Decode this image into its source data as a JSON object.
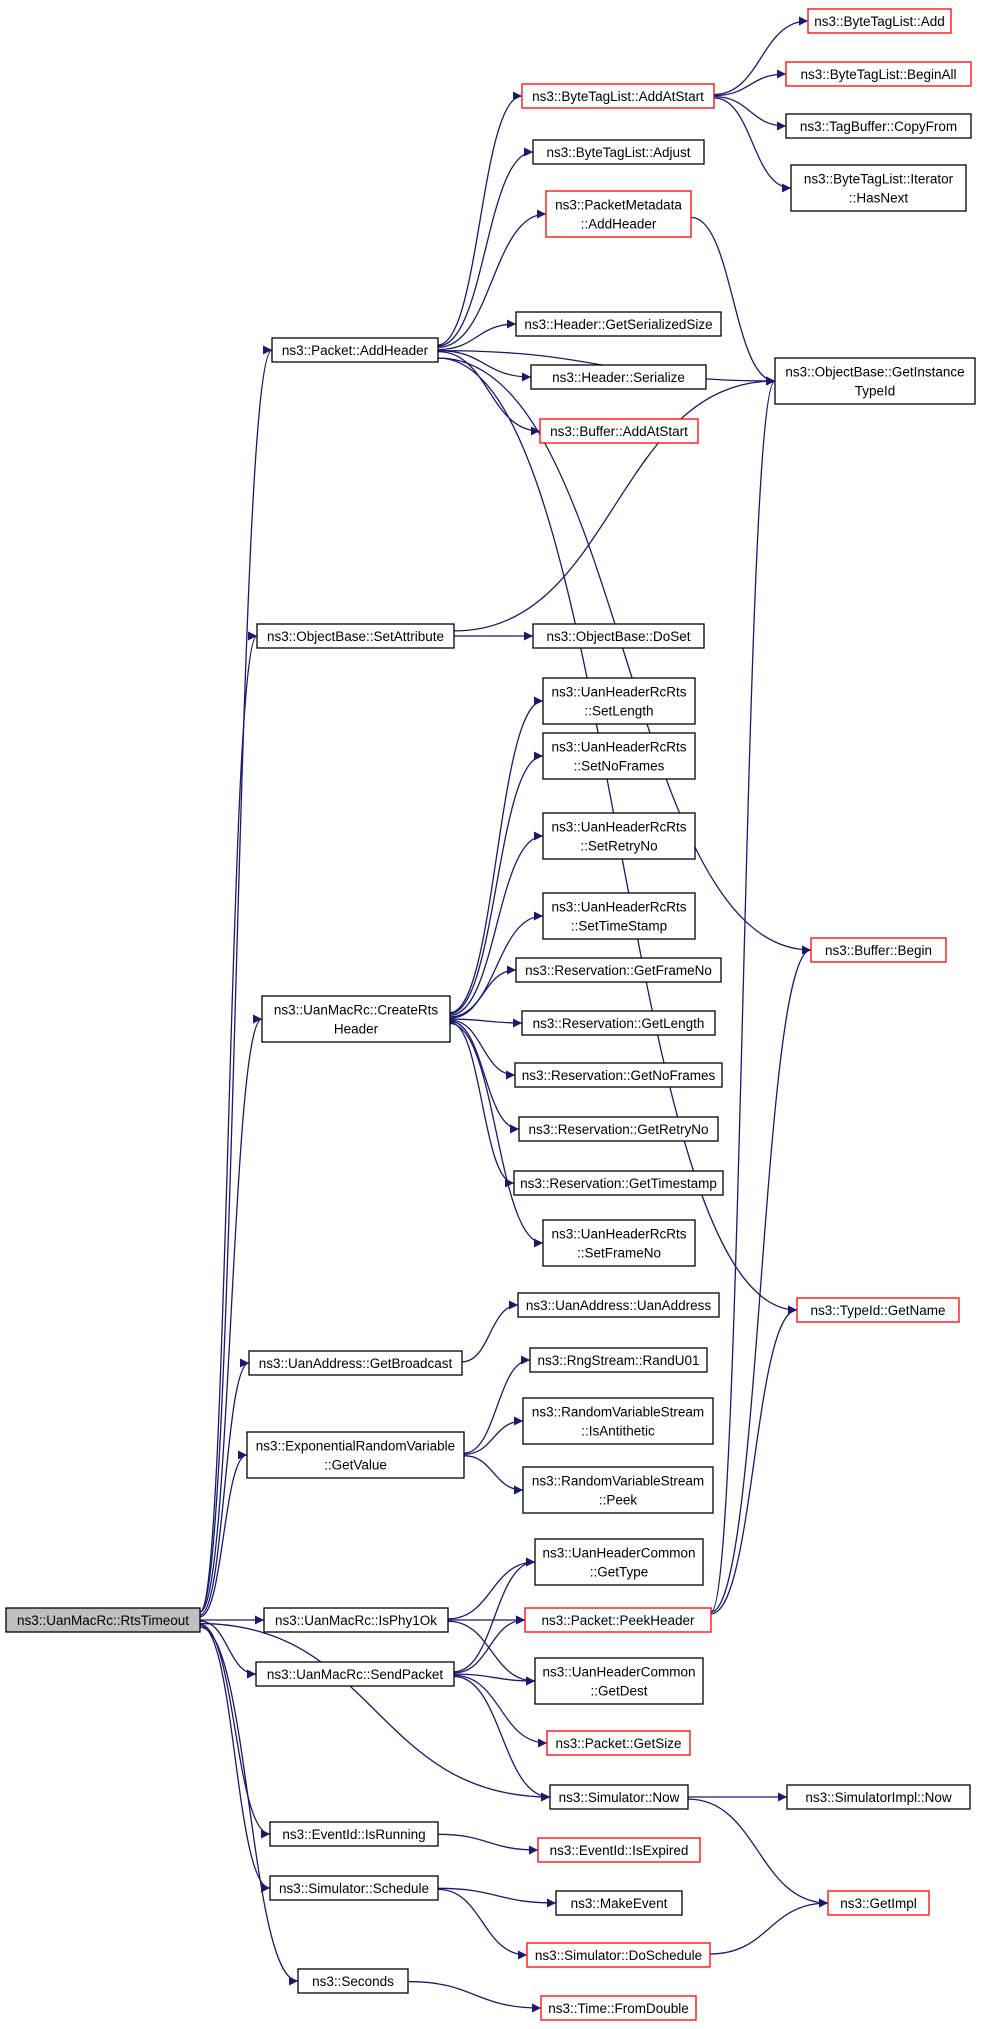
{
  "colors": {
    "edge": "#191970",
    "border_normal": "#000000",
    "border_truncated": "#ff0000",
    "root_fill": "#bfbfbf",
    "node_fill": "#ffffff"
  },
  "nodes": [
    {
      "id": "root",
      "lines": [
        "ns3::UanMacRc::RtsTimeout"
      ],
      "kind": "root"
    },
    {
      "id": "packet_addheader",
      "lines": [
        "ns3::Packet::AddHeader"
      ],
      "kind": "normal"
    },
    {
      "id": "objbase_setattr",
      "lines": [
        "ns3::ObjectBase::SetAttribute"
      ],
      "kind": "normal"
    },
    {
      "id": "uanmacrc_creaters",
      "lines": [
        "ns3::UanMacRc::CreateRts",
        "Header"
      ],
      "kind": "normal"
    },
    {
      "id": "uanaddr_getbroadcast",
      "lines": [
        "ns3::UanAddress::GetBroadcast"
      ],
      "kind": "normal"
    },
    {
      "id": "exprv_getvalue",
      "lines": [
        "ns3::ExponentialRandomVariable",
        "::GetValue"
      ],
      "kind": "normal"
    },
    {
      "id": "uanmacrc_isphy1ok",
      "lines": [
        "ns3::UanMacRc::IsPhy1Ok"
      ],
      "kind": "normal"
    },
    {
      "id": "uanmacrc_sendpacket",
      "lines": [
        "ns3::UanMacRc::SendPacket"
      ],
      "kind": "normal"
    },
    {
      "id": "eventid_isrunning",
      "lines": [
        "ns3::EventId::IsRunning"
      ],
      "kind": "normal"
    },
    {
      "id": "sim_schedule",
      "lines": [
        "ns3::Simulator::Schedule"
      ],
      "kind": "normal"
    },
    {
      "id": "seconds",
      "lines": [
        "ns3::Seconds"
      ],
      "kind": "normal"
    },
    {
      "id": "btl_addatstart",
      "lines": [
        "ns3::ByteTagList::AddAtStart"
      ],
      "kind": "truncated"
    },
    {
      "id": "btl_adjust",
      "lines": [
        "ns3::ByteTagList::Adjust"
      ],
      "kind": "normal"
    },
    {
      "id": "pmd_addheader",
      "lines": [
        "ns3::PacketMetadata",
        "::AddHeader"
      ],
      "kind": "truncated"
    },
    {
      "id": "header_getsersize",
      "lines": [
        "ns3::Header::GetSerializedSize"
      ],
      "kind": "normal"
    },
    {
      "id": "header_serialize",
      "lines": [
        "ns3::Header::Serialize"
      ],
      "kind": "normal"
    },
    {
      "id": "buffer_addatstart",
      "lines": [
        "ns3::Buffer::AddAtStart"
      ],
      "kind": "truncated"
    },
    {
      "id": "objbase_doset",
      "lines": [
        "ns3::ObjectBase::DoSet"
      ],
      "kind": "normal"
    },
    {
      "id": "h_setlength",
      "lines": [
        "ns3::UanHeaderRcRts",
        "::SetLength"
      ],
      "kind": "normal"
    },
    {
      "id": "h_setnoframes",
      "lines": [
        "ns3::UanHeaderRcRts",
        "::SetNoFrames"
      ],
      "kind": "normal"
    },
    {
      "id": "h_setretryno",
      "lines": [
        "ns3::UanHeaderRcRts",
        "::SetRetryNo"
      ],
      "kind": "normal"
    },
    {
      "id": "h_settimestamp",
      "lines": [
        "ns3::UanHeaderRcRts",
        "::SetTimeStamp"
      ],
      "kind": "normal"
    },
    {
      "id": "res_getframeno",
      "lines": [
        "ns3::Reservation::GetFrameNo"
      ],
      "kind": "normal"
    },
    {
      "id": "res_getlength",
      "lines": [
        "ns3::Reservation::GetLength"
      ],
      "kind": "normal"
    },
    {
      "id": "res_getnoframes",
      "lines": [
        "ns3::Reservation::GetNoFrames"
      ],
      "kind": "normal"
    },
    {
      "id": "res_getretryno",
      "lines": [
        "ns3::Reservation::GetRetryNo"
      ],
      "kind": "normal"
    },
    {
      "id": "res_gettimestamp",
      "lines": [
        "ns3::Reservation::GetTimestamp"
      ],
      "kind": "normal"
    },
    {
      "id": "h_setframeno",
      "lines": [
        "ns3::UanHeaderRcRts",
        "::SetFrameNo"
      ],
      "kind": "normal"
    },
    {
      "id": "uanaddr_uanaddr",
      "lines": [
        "ns3::UanAddress::UanAddress"
      ],
      "kind": "normal"
    },
    {
      "id": "rng_randu01",
      "lines": [
        "ns3::RngStream::RandU01"
      ],
      "kind": "normal"
    },
    {
      "id": "rvs_isantithetic",
      "lines": [
        "ns3::RandomVariableStream",
        "::IsAntithetic"
      ],
      "kind": "normal"
    },
    {
      "id": "rvs_peek",
      "lines": [
        "ns3::RandomVariableStream",
        "::Peek"
      ],
      "kind": "normal"
    },
    {
      "id": "uhc_gettype",
      "lines": [
        "ns3::UanHeaderCommon",
        "::GetType"
      ],
      "kind": "normal"
    },
    {
      "id": "packet_peekheader",
      "lines": [
        "ns3::Packet::PeekHeader"
      ],
      "kind": "truncated"
    },
    {
      "id": "uhc_getdest",
      "lines": [
        "ns3::UanHeaderCommon",
        "::GetDest"
      ],
      "kind": "normal"
    },
    {
      "id": "packet_getsize",
      "lines": [
        "ns3::Packet::GetSize"
      ],
      "kind": "truncated"
    },
    {
      "id": "sim_now",
      "lines": [
        "ns3::Simulator::Now"
      ],
      "kind": "normal"
    },
    {
      "id": "eventid_isexpired",
      "lines": [
        "ns3::EventId::IsExpired"
      ],
      "kind": "truncated"
    },
    {
      "id": "makeevent",
      "lines": [
        "ns3::MakeEvent"
      ],
      "kind": "normal"
    },
    {
      "id": "sim_doschedule",
      "lines": [
        "ns3::Simulator::DoSchedule"
      ],
      "kind": "truncated"
    },
    {
      "id": "time_fromdouble",
      "lines": [
        "ns3::Time::FromDouble"
      ],
      "kind": "truncated"
    },
    {
      "id": "btl_add",
      "lines": [
        "ns3::ByteTagList::Add"
      ],
      "kind": "truncated"
    },
    {
      "id": "btl_beginall",
      "lines": [
        "ns3::ByteTagList::BeginAll"
      ],
      "kind": "truncated"
    },
    {
      "id": "tagbuffer_copyfrom",
      "lines": [
        "ns3::TagBuffer::CopyFrom"
      ],
      "kind": "normal"
    },
    {
      "id": "btl_iter_hasnext",
      "lines": [
        "ns3::ByteTagList::Iterator",
        "::HasNext"
      ],
      "kind": "normal"
    },
    {
      "id": "objbase_getinsttid",
      "lines": [
        "ns3::ObjectBase::GetInstance",
        "TypeId"
      ],
      "kind": "normal"
    },
    {
      "id": "buffer_begin",
      "lines": [
        "ns3::Buffer::Begin"
      ],
      "kind": "truncated"
    },
    {
      "id": "typeid_getname",
      "lines": [
        "ns3::TypeId::GetName"
      ],
      "kind": "truncated"
    },
    {
      "id": "simimpl_now",
      "lines": [
        "ns3::SimulatorImpl::Now"
      ],
      "kind": "normal"
    },
    {
      "id": "getimpl",
      "lines": [
        "ns3::GetImpl"
      ],
      "kind": "truncated"
    }
  ],
  "edges": [
    [
      "root",
      "packet_addheader"
    ],
    [
      "root",
      "objbase_setattr"
    ],
    [
      "root",
      "uanmacrc_creaters"
    ],
    [
      "root",
      "uanaddr_getbroadcast"
    ],
    [
      "root",
      "exprv_getvalue"
    ],
    [
      "root",
      "uanmacrc_isphy1ok"
    ],
    [
      "root",
      "uanmacrc_sendpacket"
    ],
    [
      "root",
      "sim_now"
    ],
    [
      "root",
      "eventid_isrunning"
    ],
    [
      "root",
      "sim_schedule"
    ],
    [
      "root",
      "seconds"
    ],
    [
      "packet_addheader",
      "btl_addatstart"
    ],
    [
      "packet_addheader",
      "btl_adjust"
    ],
    [
      "packet_addheader",
      "pmd_addheader"
    ],
    [
      "packet_addheader",
      "objbase_getinsttid"
    ],
    [
      "packet_addheader",
      "header_getsersize"
    ],
    [
      "packet_addheader",
      "header_serialize"
    ],
    [
      "packet_addheader",
      "buffer_addatstart"
    ],
    [
      "packet_addheader",
      "buffer_begin"
    ],
    [
      "packet_addheader",
      "typeid_getname"
    ],
    [
      "btl_addatstart",
      "btl_add"
    ],
    [
      "btl_addatstart",
      "btl_beginall"
    ],
    [
      "btl_addatstart",
      "tagbuffer_copyfrom"
    ],
    [
      "btl_addatstart",
      "btl_iter_hasnext"
    ],
    [
      "pmd_addheader",
      "objbase_getinsttid"
    ],
    [
      "objbase_setattr",
      "objbase_getinsttid"
    ],
    [
      "objbase_setattr",
      "objbase_doset"
    ],
    [
      "uanmacrc_creaters",
      "h_setlength"
    ],
    [
      "uanmacrc_creaters",
      "h_setnoframes"
    ],
    [
      "uanmacrc_creaters",
      "h_setretryno"
    ],
    [
      "uanmacrc_creaters",
      "h_settimestamp"
    ],
    [
      "uanmacrc_creaters",
      "res_getframeno"
    ],
    [
      "uanmacrc_creaters",
      "res_getlength"
    ],
    [
      "uanmacrc_creaters",
      "res_getnoframes"
    ],
    [
      "uanmacrc_creaters",
      "res_getretryno"
    ],
    [
      "uanmacrc_creaters",
      "res_gettimestamp"
    ],
    [
      "uanmacrc_creaters",
      "h_setframeno"
    ],
    [
      "uanaddr_getbroadcast",
      "uanaddr_uanaddr"
    ],
    [
      "exprv_getvalue",
      "rng_randu01"
    ],
    [
      "exprv_getvalue",
      "rvs_isantithetic"
    ],
    [
      "exprv_getvalue",
      "rvs_peek"
    ],
    [
      "uanmacrc_isphy1ok",
      "uhc_gettype"
    ],
    [
      "uanmacrc_isphy1ok",
      "packet_peekheader"
    ],
    [
      "uanmacrc_isphy1ok",
      "uhc_getdest"
    ],
    [
      "uanmacrc_sendpacket",
      "uhc_gettype"
    ],
    [
      "uanmacrc_sendpacket",
      "packet_peekheader"
    ],
    [
      "uanmacrc_sendpacket",
      "uhc_getdest"
    ],
    [
      "uanmacrc_sendpacket",
      "packet_getsize"
    ],
    [
      "uanmacrc_sendpacket",
      "sim_now"
    ],
    [
      "packet_peekheader",
      "objbase_getinsttid"
    ],
    [
      "packet_peekheader",
      "buffer_begin"
    ],
    [
      "packet_peekheader",
      "typeid_getname"
    ],
    [
      "sim_now",
      "simimpl_now"
    ],
    [
      "sim_now",
      "getimpl"
    ],
    [
      "eventid_isrunning",
      "eventid_isexpired"
    ],
    [
      "sim_schedule",
      "makeevent"
    ],
    [
      "sim_schedule",
      "sim_doschedule"
    ],
    [
      "sim_doschedule",
      "getimpl"
    ],
    [
      "seconds",
      "time_fromdouble"
    ]
  ]
}
